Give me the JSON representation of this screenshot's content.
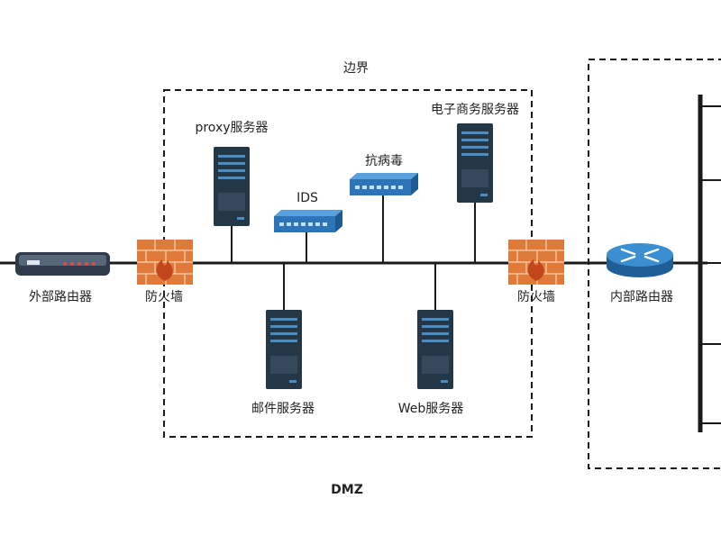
{
  "labels": {
    "boundary": "边界",
    "dmz": "DMZ",
    "external_router": "外部路由器",
    "firewall_left": "防火墙",
    "firewall_right": "防火墙",
    "internal_router": "内部路由器",
    "proxy_server": "proxy服务器",
    "ids": "IDS",
    "antivirus": "抗病毒",
    "ecommerce_server": "电子商务服务器",
    "mail_server": "邮件服务器",
    "web_server": "Web服务器"
  },
  "colors": {
    "line": "#1a1a1a",
    "server_body": "#243746",
    "server_accent": "#4a8cc4",
    "switch_body": "#2c73b8",
    "firewall": "#e07a3a",
    "router_body": "#2e7cc0"
  }
}
